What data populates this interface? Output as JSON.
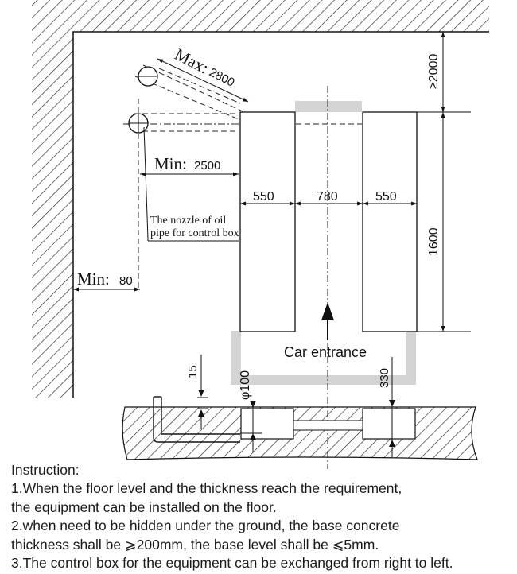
{
  "labels": {
    "max_prefix": "Max:",
    "max_value": "2800",
    "min_prefix": "Min:",
    "min_value": "2500",
    "min80_prefix": "Min:",
    "min80_value": "80",
    "ge2000": "≥2000",
    "dim_550_left": "550",
    "dim_780": "780",
    "dim_550_right": "550",
    "dim_1600": "1600",
    "nozzle_line1": "The nozzle of oil",
    "nozzle_line2": "pipe for control box",
    "car_entrance": "Car entrance",
    "dim_15": "15",
    "dim_phi100": "φ100",
    "dim_330": "330"
  },
  "instructions": {
    "heading": "Instruction:",
    "line1": "1.When the floor level and the thickness reach the requirement,",
    "line2": "the equipment can be installed on the floor.",
    "line3": "2.when need to be hidden under the ground, the base concrete",
    "line4": "thickness shall be ⩾200mm, the base level shall be ⩽5mm.",
    "line5": "3.The control box for the equipment can be exchanged from right to left."
  }
}
